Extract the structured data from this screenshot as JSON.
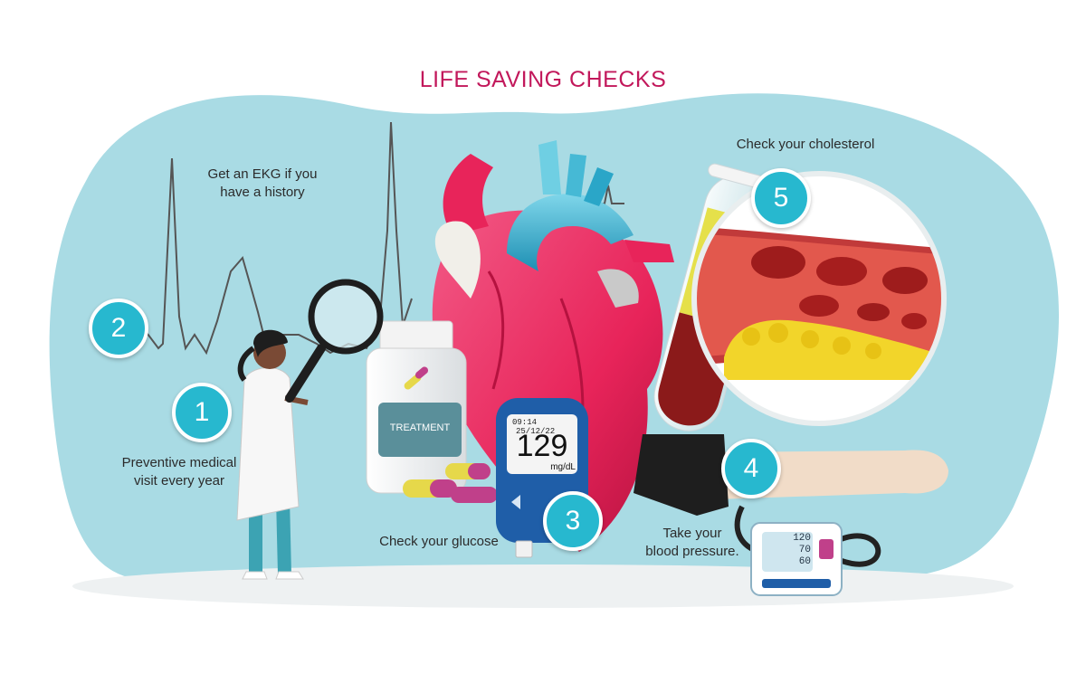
{
  "title": "LIFE SAVING CHECKS",
  "colors": {
    "title": "#c2185b",
    "background_blob": "#a9dbe4",
    "step_badge": "#27b8cf",
    "heart": "#e8245a",
    "aorta": "#2db0cf",
    "glucometer": "#1f5ea8",
    "blood_in_tube": "#8b1a1a",
    "serum": "#e5e04a",
    "cholesterol": "#f2d52a"
  },
  "steps": [
    {
      "number": "1",
      "caption_line1": "Preventive medical",
      "caption_line2": "visit every year"
    },
    {
      "number": "2",
      "caption_line1": "Get an EKG if you",
      "caption_line2": "have a history"
    },
    {
      "number": "3",
      "caption_line1": "Check your glucose",
      "caption_line2": ""
    },
    {
      "number": "4",
      "caption_line1": "Take your",
      "caption_line2": "blood pressure."
    },
    {
      "number": "5",
      "caption_line1": "Check your cholesterol",
      "caption_line2": ""
    }
  ],
  "pill_bottle": {
    "label": "TREATMENT"
  },
  "glucometer": {
    "time": "09:14",
    "date": "25/12/22",
    "reading": "129",
    "unit": "mg/dL"
  },
  "bp_monitor": {
    "systolic": "120",
    "diastolic": "70",
    "pulse": "60"
  },
  "icons": [
    "doctor-illustration",
    "magnifier-icon",
    "ekg-waveform",
    "heart-illustration",
    "pill-bottle-icon",
    "capsule-icon",
    "glucometer-icon",
    "test-tube-icon",
    "blood-vessel-illustration",
    "bp-monitor-icon",
    "arm-illustration"
  ]
}
